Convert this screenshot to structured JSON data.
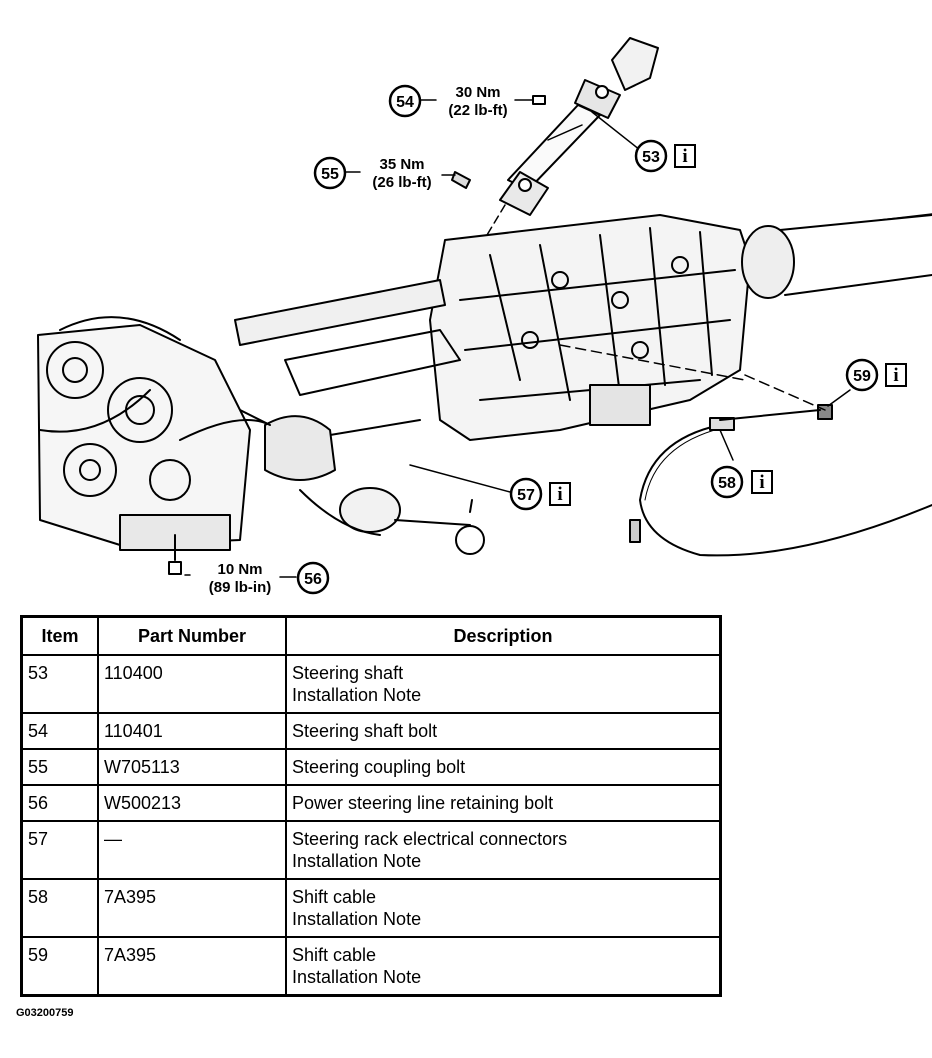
{
  "callouts": [
    {
      "id": "53",
      "torque": [],
      "info": "i"
    },
    {
      "id": "54",
      "torque": [
        "30 Nm",
        "(22 lb-ft)"
      ]
    },
    {
      "id": "55",
      "torque": [
        "35 Nm",
        "(26 lb-ft)"
      ]
    },
    {
      "id": "56",
      "torque": [
        "10 Nm",
        "(89 lb-in)"
      ]
    },
    {
      "id": "57",
      "torque": [],
      "info": "i"
    },
    {
      "id": "58",
      "torque": [],
      "info": "i"
    },
    {
      "id": "59",
      "torque": [],
      "info": "i"
    }
  ],
  "table": {
    "headers": [
      "Item",
      "Part Number",
      "Description"
    ],
    "rows": [
      {
        "item": "53",
        "part": "110400",
        "desc": [
          "Steering shaft",
          "Installation Note"
        ]
      },
      {
        "item": "54",
        "part": "110401",
        "desc": [
          "Steering shaft bolt"
        ]
      },
      {
        "item": "55",
        "part": "W705113",
        "desc": [
          "Steering coupling bolt"
        ]
      },
      {
        "item": "56",
        "part": "W500213",
        "desc": [
          "Power steering line retaining bolt"
        ]
      },
      {
        "item": "57",
        "part": "—",
        "desc": [
          "Steering rack electrical connectors",
          "Installation Note"
        ]
      },
      {
        "item": "58",
        "part": "7A395",
        "desc": [
          "Shift cable",
          "Installation Note"
        ]
      },
      {
        "item": "59",
        "part": "7A395",
        "desc": [
          "Shift cable",
          "Installation Note"
        ]
      }
    ]
  },
  "figure_code": "G03200759"
}
